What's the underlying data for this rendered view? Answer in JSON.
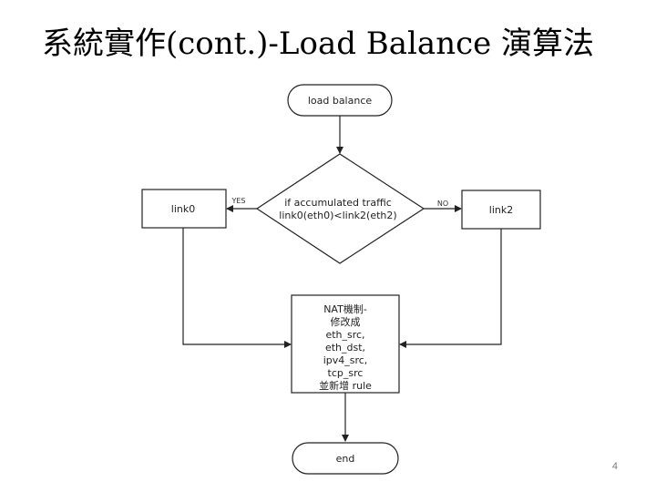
{
  "slide": {
    "title": "系統實作(cont.)-Load Balance 演算法",
    "page_number": "4"
  },
  "flowchart": {
    "start": "load balance",
    "decision": [
      "if accumulated traffic",
      "link0(eth0)<link2(eth2)"
    ],
    "yes_label": "YES",
    "no_label": "NO",
    "yes_target": "link0",
    "no_target": "link2",
    "process": [
      "NAT機制-",
      "修改成",
      "eth_src,",
      "eth_dst,",
      "ipv4_src,",
      "tcp_src",
      "並新增 rule"
    ],
    "end": "end"
  },
  "colors": {
    "stroke": "#222222",
    "fill": "#ffffff",
    "text": "#222222"
  }
}
